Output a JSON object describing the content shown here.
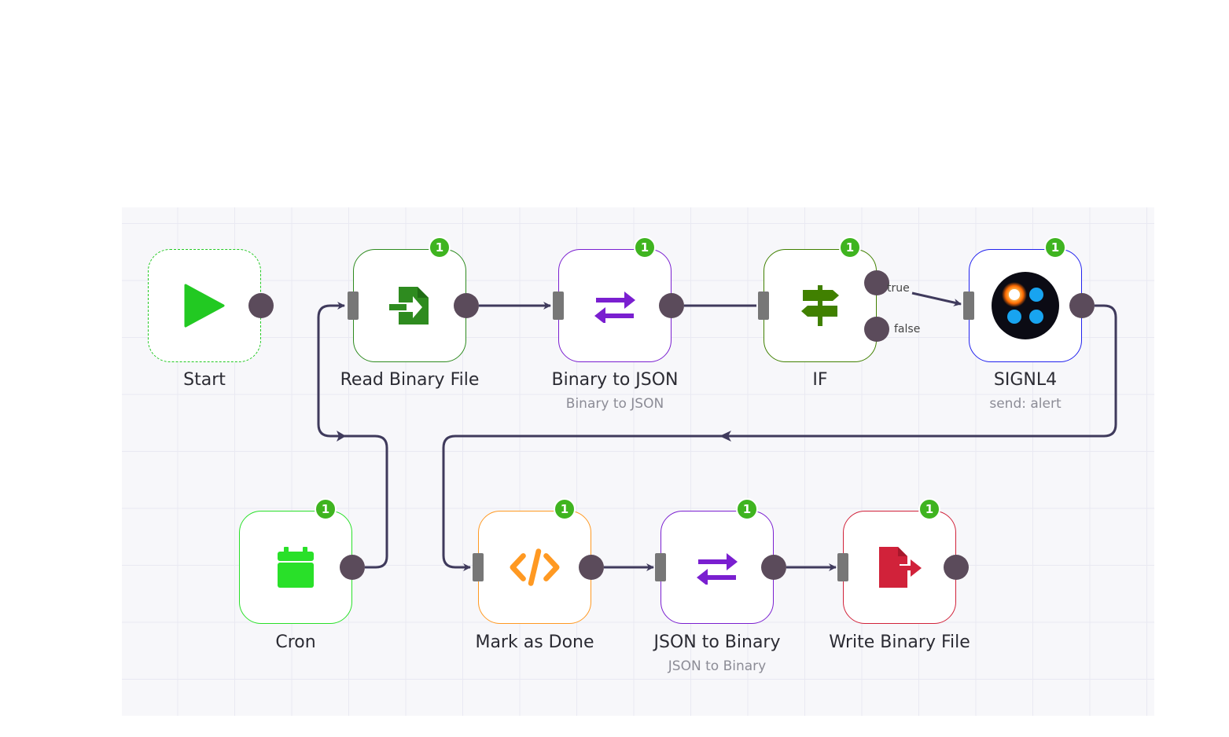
{
  "colors": {
    "edge": "#3f3a5c",
    "badge": "#3fb420",
    "handle": "#5b4b5b"
  },
  "nodes": {
    "start": {
      "label": "Start",
      "icon": "play-icon",
      "color": "#22c922"
    },
    "read_binary_file": {
      "label": "Read Binary File",
      "badge": "1",
      "icon": "file-import-icon",
      "color": "#2e8b1f"
    },
    "binary_to_json": {
      "label": "Binary to JSON",
      "sublabel": "Binary to JSON",
      "badge": "1",
      "icon": "exchange-icon",
      "color": "#7a1fd0"
    },
    "if": {
      "label": "IF",
      "badge": "1",
      "icon": "signpost-icon",
      "color": "#408000",
      "branch_true": "true",
      "branch_false": "false"
    },
    "signl4": {
      "label": "SIGNL4",
      "sublabel": "send: alert",
      "badge": "1",
      "icon": "signl4-logo",
      "color": "#2222ee"
    },
    "cron": {
      "label": "Cron",
      "badge": "1",
      "icon": "calendar-icon",
      "color": "#29e029"
    },
    "mark_as_done": {
      "label": "Mark as Done",
      "badge": "1",
      "icon": "code-icon",
      "color": "#ff9922"
    },
    "json_to_binary": {
      "label": "JSON to Binary",
      "sublabel": "JSON to Binary",
      "badge": "1",
      "icon": "exchange-icon",
      "color": "#7a1fd0"
    },
    "write_binary_file": {
      "label": "Write Binary File",
      "badge": "1",
      "icon": "file-export-icon",
      "color": "#d1223a"
    }
  }
}
